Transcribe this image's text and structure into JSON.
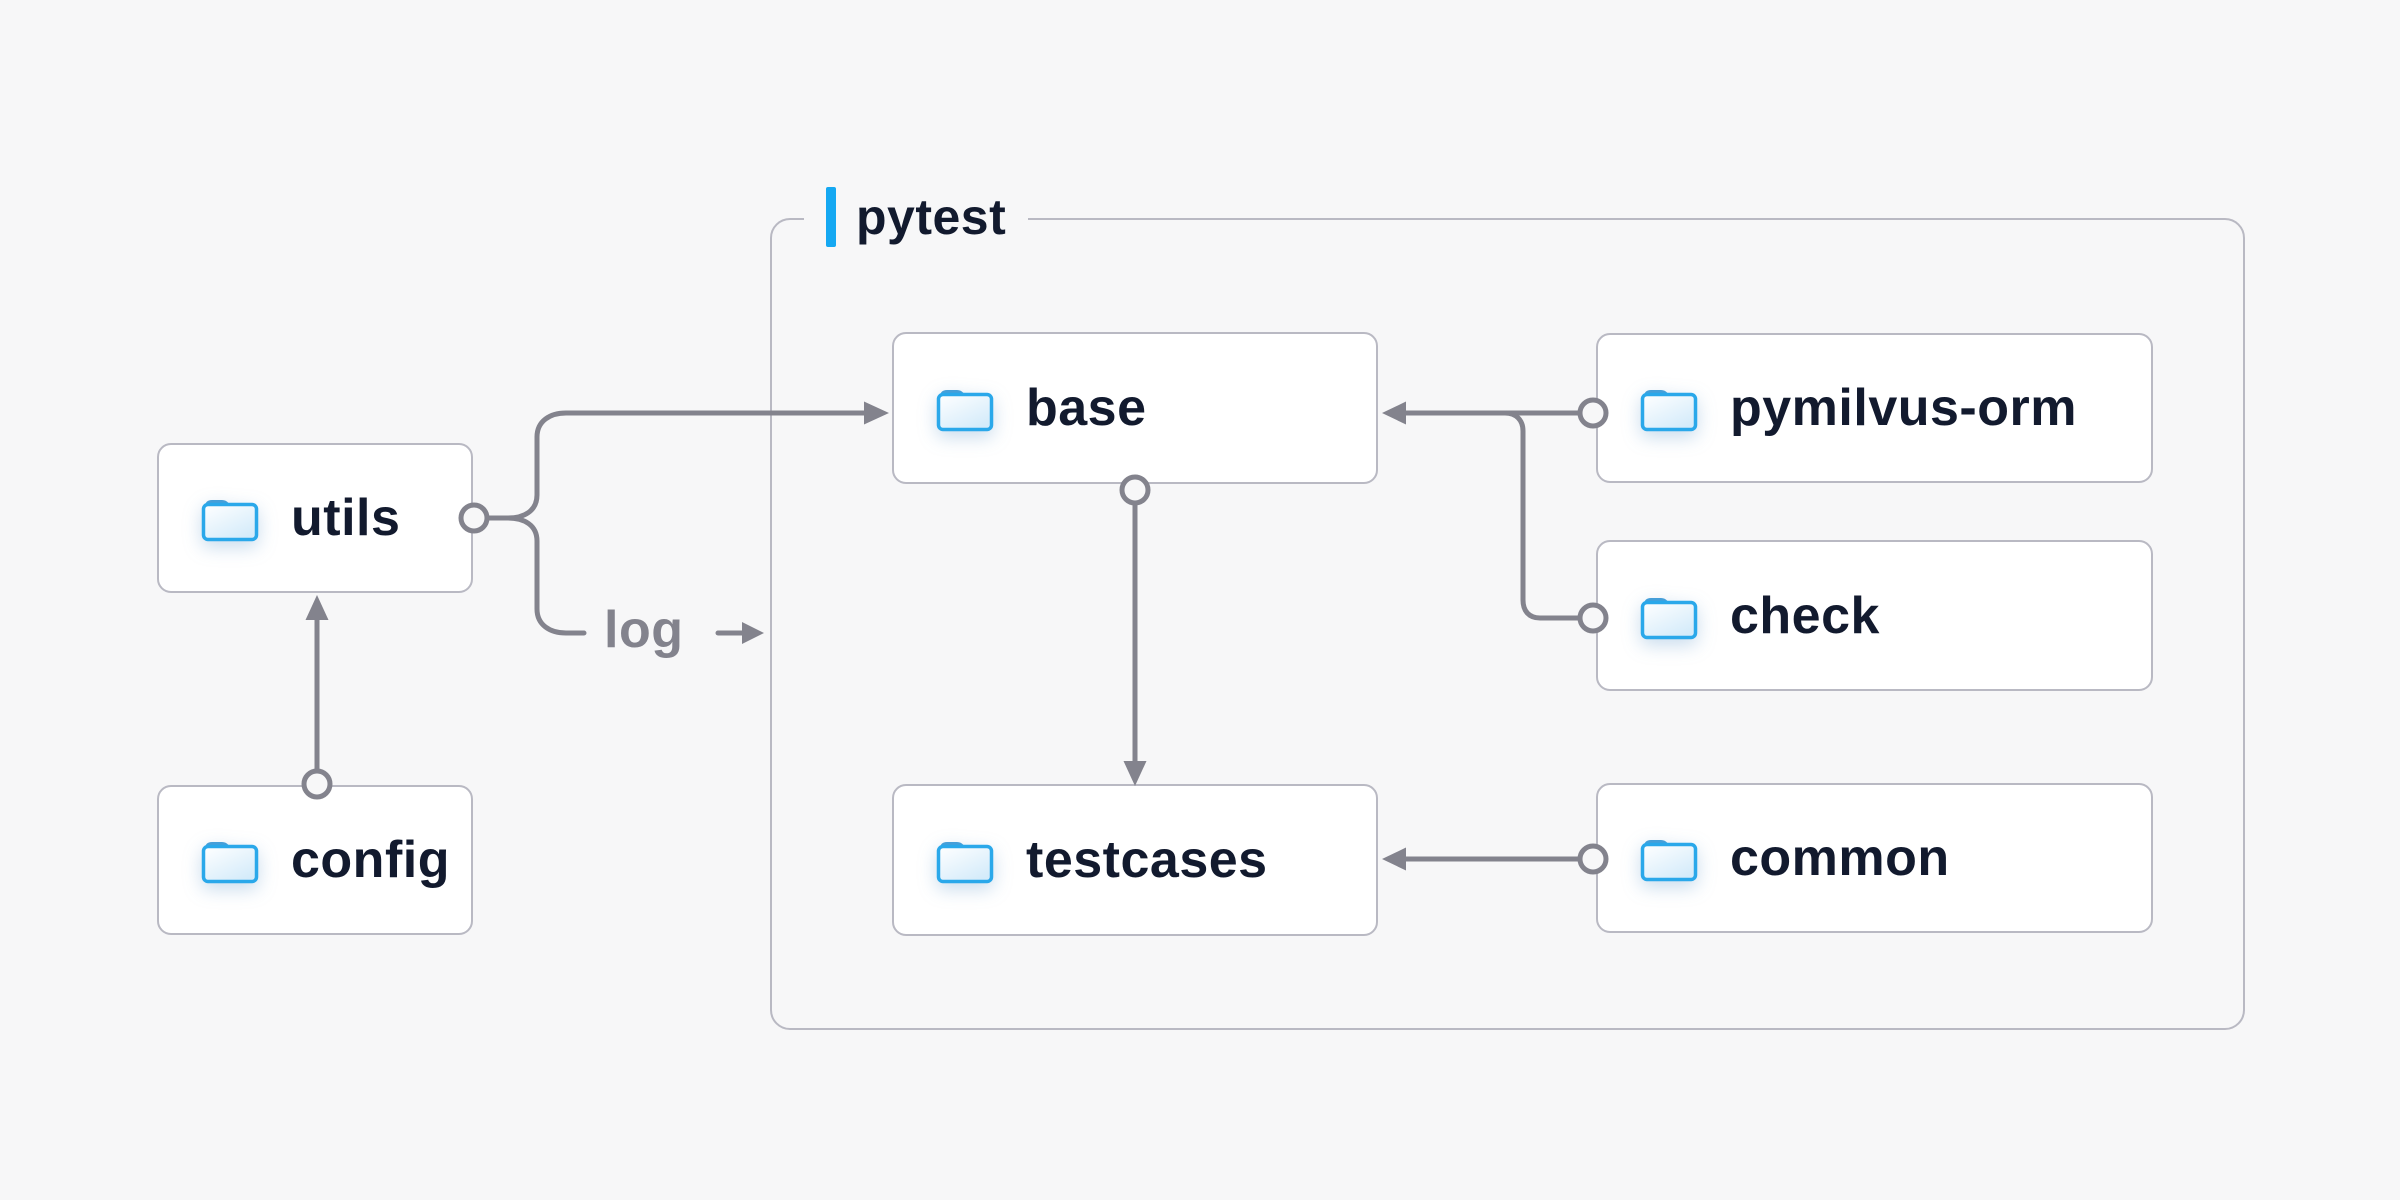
{
  "diagram": {
    "title_hint": "folder dependency diagram",
    "group": {
      "label": "pytest"
    },
    "nodes": {
      "utils": {
        "label": "utils",
        "icon": "folder-icon"
      },
      "config": {
        "label": "config",
        "icon": "folder-icon"
      },
      "base": {
        "label": "base",
        "icon": "folder-icon"
      },
      "testcases": {
        "label": "testcases",
        "icon": "folder-icon"
      },
      "pymilvus_orm": {
        "label": "pymilvus-orm",
        "icon": "folder-icon"
      },
      "check": {
        "label": "check",
        "icon": "folder-icon"
      },
      "common": {
        "label": "common",
        "icon": "folder-icon"
      }
    },
    "edges": {
      "config_to_utils": {
        "from": "config",
        "to": "utils"
      },
      "utils_to_base": {
        "from": "utils",
        "to": "base"
      },
      "utils_log_to_pytest": {
        "from": "utils",
        "to": "pytest",
        "label": "log"
      },
      "pymilvus_orm_to_base": {
        "from": "pymilvus-orm",
        "to": "base"
      },
      "check_to_base": {
        "from": "check",
        "to": "base"
      },
      "base_to_testcases": {
        "from": "base",
        "to": "testcases"
      },
      "common_to_testcases": {
        "from": "common",
        "to": "testcases"
      }
    },
    "colors": {
      "background": "#f7f7f8",
      "node_fill": "#ffffff",
      "node_border": "#b9b9c3",
      "group_border": "#b9b9c3",
      "connector_gray": "#83838d",
      "text_dark": "#121a2e",
      "accent_blue": "#15a8f2",
      "folder_stroke_blue": "#2aa8ea",
      "folder_tab_blue": "#459fd9",
      "folder_body_light": "#d4ebfa"
    }
  }
}
